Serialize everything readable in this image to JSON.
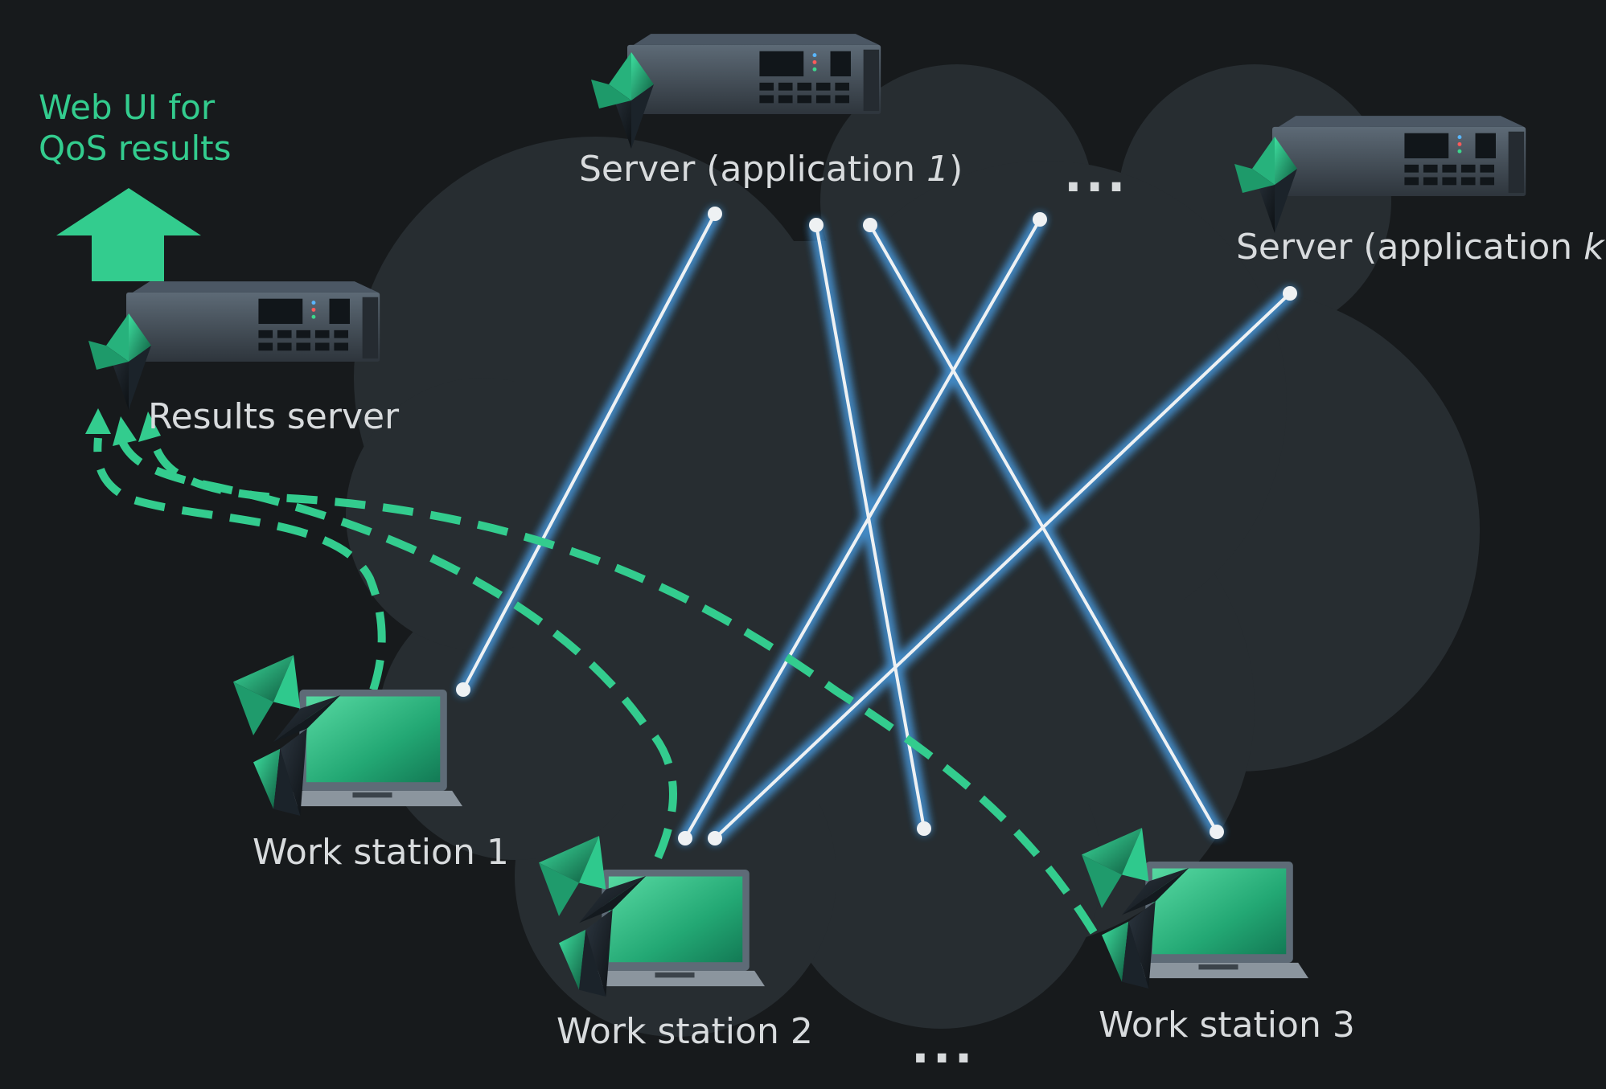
{
  "colors": {
    "background": "#171a1c",
    "cloud": "#272d31",
    "accent_green": "#33cc8e",
    "link_white": "#eef1f3",
    "link_glow": "#4a9be0",
    "label_text": "#d8dbdd"
  },
  "web_ui": {
    "line1": "Web UI for",
    "line2": "QoS results",
    "icon": "arrow-up-icon"
  },
  "servers": {
    "app1": {
      "label_prefix": "Server (application ",
      "label_var": "1",
      "label_suffix": ")",
      "icon": "rack-server-icon"
    },
    "appk": {
      "label_prefix": "Server (application ",
      "label_var": "k",
      "label_suffix": ")",
      "icon": "rack-server-icon"
    },
    "results": {
      "label": "Results server",
      "icon": "rack-server-icon"
    },
    "ellipsis": "..."
  },
  "workstations": [
    {
      "label": "Work station 1",
      "icon": "laptop-icon"
    },
    {
      "label": "Work station 2",
      "icon": "laptop-icon"
    },
    {
      "label": "Work station 3",
      "icon": "laptop-icon"
    }
  ],
  "workstation_ellipsis": "...",
  "node_icon": "crystal-agent-icon"
}
